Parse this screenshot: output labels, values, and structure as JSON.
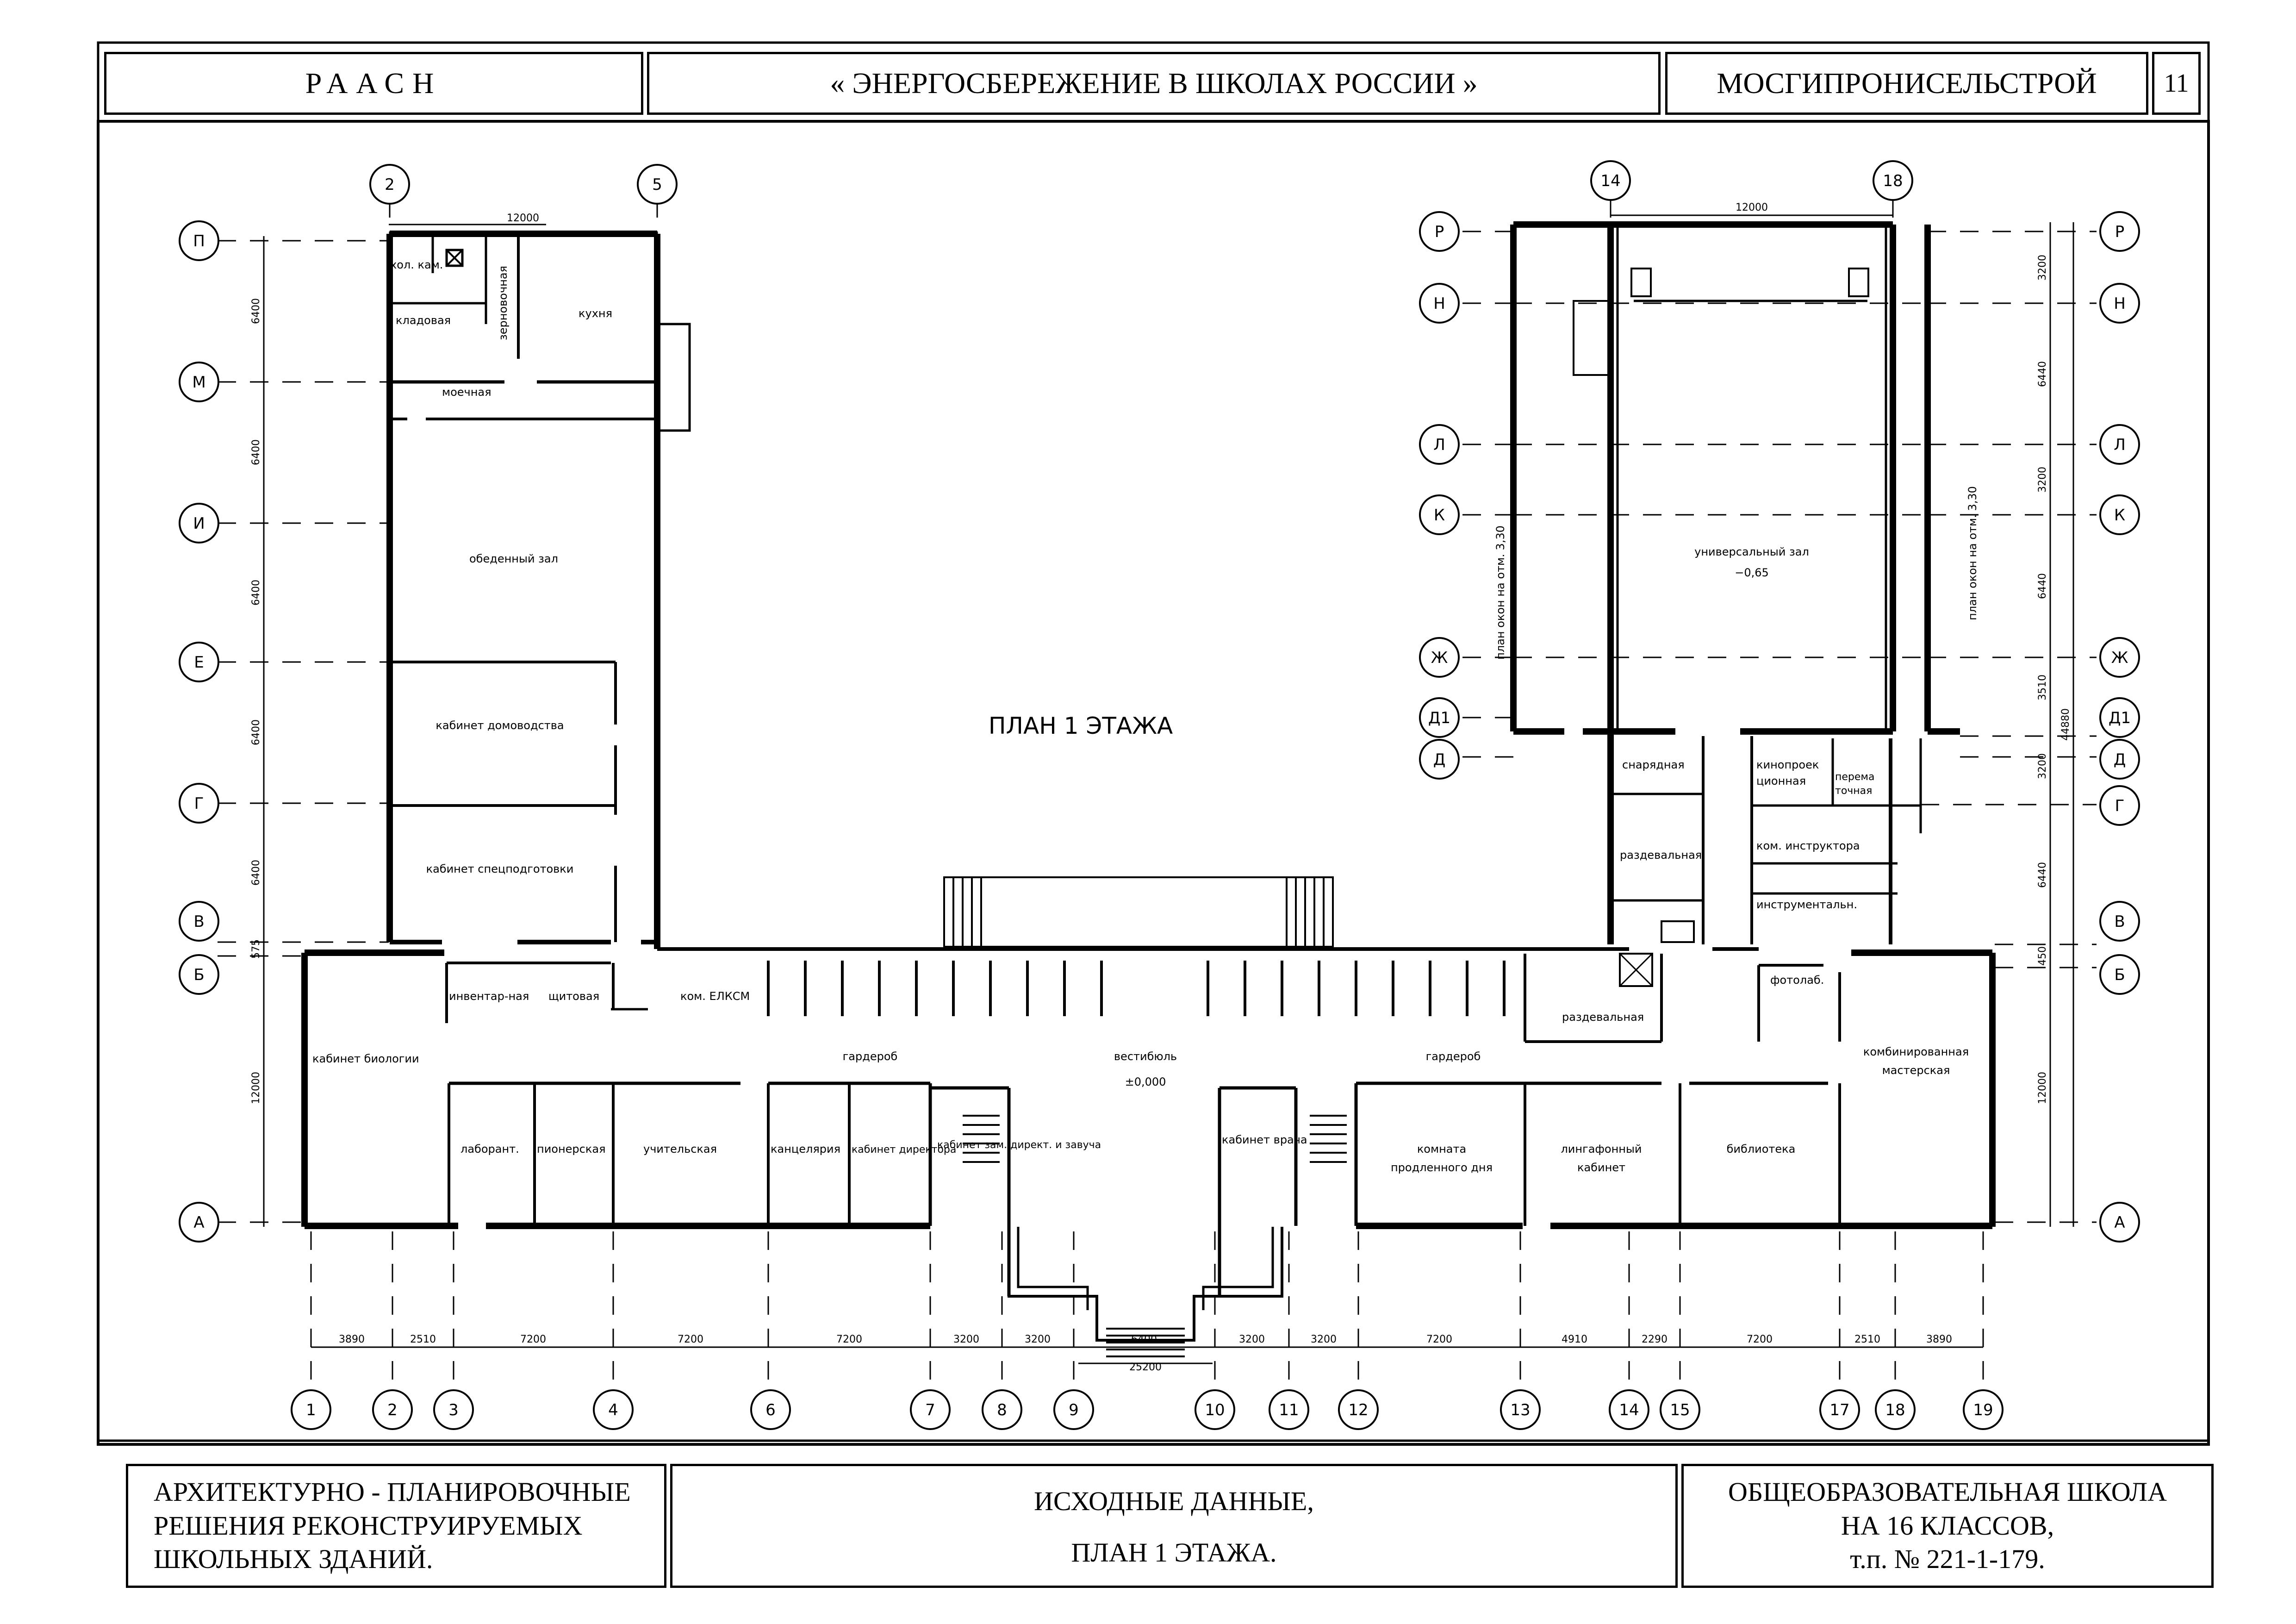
{
  "header": {
    "org": "РААСН",
    "program": "« ЭНЕРГОСБЕРЕЖЕНИЕ В ШКОЛАХ РОССИИ »",
    "institute": "МОСГИПРОНИСЕЛЬСТРОЙ",
    "sheet": "11"
  },
  "footer": {
    "section_lines": [
      "АРХИТЕКТУРНО - ПЛАНИРОВОЧНЫЕ",
      "РЕШЕНИЯ    РЕКОНСТРУИРУЕМЫХ",
      "ШКОЛЬНЫХ ЗДАНИЙ."
    ],
    "sheet_lines": [
      "ИСХОДНЫЕ ДАННЫЕ,",
      "ПЛАН   1  ЭТАЖА."
    ],
    "building_lines": [
      "ОБЩЕОБРАЗОВАТЕЛЬНАЯ ШКОЛА",
      "НА 16 КЛАССОВ,",
      "т.п. № 221-1-179."
    ]
  },
  "plan": {
    "title": "ПЛАН   1   ЭТАЖА",
    "level_vestibule": "±0,000",
    "level_hall": "−0,65",
    "window_note": "план окон на отм. 3,30",
    "rooms": {
      "cold_room": "хол. кам.",
      "pantry": "кладовая",
      "grain": "зерновочная",
      "kitchen": "кухня",
      "wash": "моечная",
      "dining": "обеденный зал",
      "home_ec": "кабинет домоводства",
      "special": "кабинет спецподготовки",
      "biology": "кабинет биологии",
      "inventory": "инвентар-ная",
      "switch": "щитовая",
      "komelksm": "ком. ЕЛКСМ",
      "lab": "лаборант.",
      "pioneer": "пионерская",
      "teachers": "учительская",
      "office": "канцелярия",
      "director": "кабинет директора",
      "deputy": "кабинет зам. директ. и завуча",
      "doctor": "кабинет врача",
      "cloak1": "гардероб",
      "vestibule": "вестибюль",
      "cloak2": "гардероб",
      "afterschool1": "комната",
      "afterschool2": "продленного дня",
      "lingua1": "лингафонный",
      "lingua2": "кабинет",
      "library": "библиотека",
      "workshop1": "комбинированная",
      "workshop2": "мастерская",
      "photo": "фотолаб.",
      "changing1": "раздевальная",
      "changing2": "раздевальная",
      "equipment": "снарядная",
      "projection1": "кинопроек",
      "projection2": "ционная",
      "rewind1": "перема",
      "rewind2": "точная",
      "instructor": "ком. инструктора",
      "tools": "инструментальн.",
      "hall": "универсальный зал"
    },
    "bottom_axes": [
      "1",
      "2",
      "3",
      "4",
      "6",
      "7",
      "8",
      "9",
      "10",
      "11",
      "12",
      "13",
      "14",
      "15",
      "17",
      "18",
      "19"
    ],
    "bottom_dims": [
      "3890",
      "2510",
      "7200",
      "7200",
      "7200",
      "3200",
      "3200",
      "6400",
      "3200",
      "3200",
      "7200",
      "4910",
      "2290",
      "7200",
      "2510",
      "3890"
    ],
    "bottom_total": "25200",
    "left_axes": [
      "П",
      "М",
      "И",
      "Е",
      "Г",
      "В",
      "Б",
      "А"
    ],
    "left_dims": [
      "6400",
      "6400",
      "6400",
      "6400",
      "6400",
      "575",
      "12000"
    ],
    "right_axes": [
      "Р",
      "Н",
      "Л",
      "К",
      "Ж",
      "Д1",
      "Д",
      "Г",
      "В",
      "Б",
      "А"
    ],
    "right_dims": [
      "3200",
      "6440",
      "3200",
      "6440",
      "3510",
      "3200",
      "6440",
      "450",
      "12000"
    ],
    "right_total": "44880",
    "top_axes_left": [
      "2",
      "5"
    ],
    "top_dim_left": "12000",
    "top_axes_right": [
      "14",
      "18"
    ],
    "top_dim_right": "12000"
  }
}
